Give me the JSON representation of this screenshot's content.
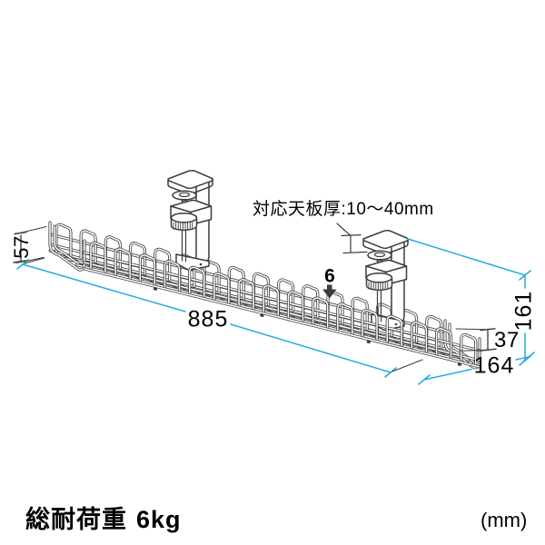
{
  "annotation": {
    "desk_thickness": "対応天板厚:10〜40mm"
  },
  "dimensions": {
    "length": "885",
    "depth": "164",
    "total_height": "161",
    "end_height": "57",
    "front_height": "37",
    "wire_pitch": "6"
  },
  "footer": {
    "load_label": "総耐荷重",
    "load_value": "6kg",
    "unit": "(mm)"
  },
  "colors": {
    "dimension_blue": "#29ABE2",
    "line_dark": "#3C3C3C",
    "text_black": "#1A1A1A",
    "background": "#FFFFFF"
  }
}
